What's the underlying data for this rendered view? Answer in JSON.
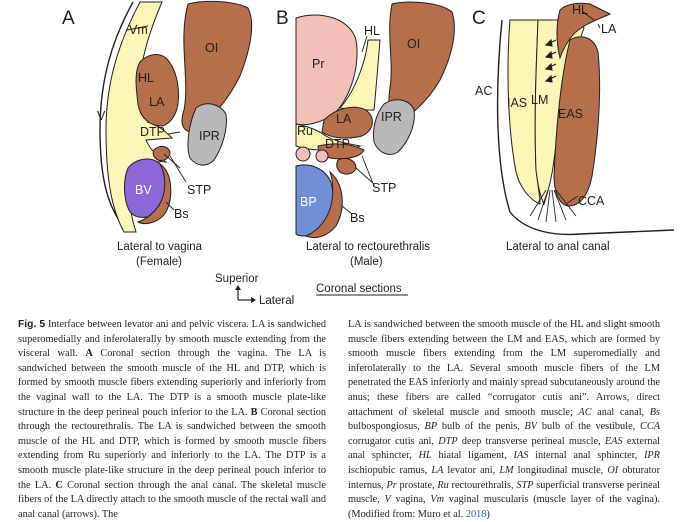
{
  "figure": {
    "panels": [
      {
        "letter": "A",
        "structures": [
          "Vm",
          "OI",
          "HL",
          "V",
          "LA",
          "DTP",
          "IPR",
          "BV",
          "STP",
          "Bs"
        ],
        "caption": [
          "Lateral to vagina",
          "(Female)"
        ]
      },
      {
        "letter": "B",
        "structures": [
          "Pr",
          "HL",
          "OI",
          "LA",
          "IPR",
          "Ru",
          "DTP",
          "STP",
          "BP",
          "Bs"
        ],
        "caption": [
          "Lateral to rectourethralis",
          "(Male)"
        ]
      },
      {
        "letter": "C",
        "structures": [
          "HL",
          "LA",
          "AC",
          "IAS",
          "LM",
          "EAS",
          "CCA"
        ],
        "caption": [
          "Lateral to anal canal"
        ]
      }
    ],
    "orientation": {
      "superior": "Superior",
      "lateral": "Lateral"
    },
    "section_label": "Coronal sections",
    "colors": {
      "muscle_brown": "#b66f4b",
      "smooth_yellow": "#fbf5b7",
      "bone_gray": "#b9b9b9",
      "prostate_pink": "#f1c1b7",
      "bulb_purple": "#8b67d8",
      "bulb_blue": "#6f8fd6"
    }
  },
  "caption": {
    "fig_label": "Fig. 5",
    "left": [
      " Interface between levator ani and pelvic viscera. LA is sandwiched superomedially and inferolaterally by smooth muscle extending from the visceral wall. ",
      "A",
      " Coronal section through the vagina. The LA is sandwiched between the smooth muscle of the HL and DTP, which is formed by smooth muscle fibers extending superiorly and inferiorly from the vaginal wall to the LA. The DTP is a smooth muscle plate-like structure in the deep perineal pouch inferior to the LA. ",
      "B",
      " Coronal section through the rectourethralis. The LA is sandwiched between the smooth muscle of the HL and DTP, which is formed by smooth muscle fibers extending from Ru superiorly and inferiorly to the LA. The DTP is a smooth muscle plate-like structure in the deep perineal pouch inferior to the LA. ",
      "C",
      " Coronal section through the anal canal. The skeletal muscle fibers of the LA directly attach to the smooth muscle of the rectal wall and anal canal (arrows). The"
    ],
    "right_parts": [
      "LA is sandwiched between the smooth muscle of the HL and slight smooth muscle fibers extending between the LM and EAS, which are formed by smooth muscle fibers extending from the LM superomedially and inferolaterally to the LA. Several smooth muscle fibers of the LM penetrated the EAS inferiorly and mainly spread subcutaneously around the anus; these fibers are called “corrugator cutis ani”. Arrows, direct attachment of skeletal muscle and smooth muscle; ",
      "AC",
      " anal canal, ",
      "Bs",
      " bulbospongiosus, ",
      "BP",
      " bulb of the penis, ",
      "BV",
      " bulb of the vestibule, ",
      "CCA",
      " corrugator cutis ani, ",
      "DTP",
      " deep transverse perineal muscle, ",
      "EAS",
      " external anal sphincter, ",
      "HL",
      " hiatal ligament, ",
      "IAS",
      " internal anal sphincter, ",
      "IPR",
      " ischiopubic ramus, ",
      "LA",
      " levator ani, ",
      "LM",
      " longitudinal muscle, ",
      "OI",
      " obturator internus, ",
      "Pr",
      " prostate, ",
      "Ru",
      " rectourethralis, ",
      "STP",
      " superficial transverse perineal muscle, ",
      "V",
      " vagina, ",
      "Vm",
      " vaginal muscularis (muscle layer of the vagina).  (Modified from: Muro et al. ",
      "2018",
      ")"
    ]
  }
}
